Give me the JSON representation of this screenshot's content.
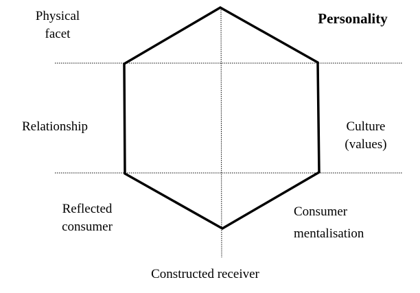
{
  "title": "Personality",
  "facets": {
    "physical": [
      "Physical",
      "facet"
    ],
    "relationship": "Relationship",
    "culture": [
      "Culture",
      "(values)"
    ],
    "reflected": [
      "Reflected",
      "consumer"
    ],
    "mentalisation": [
      "Consumer",
      "mentalisation"
    ]
  },
  "bottom_label": "Constructed receiver",
  "colors": {
    "stroke": "#000000",
    "background": "#ffffff"
  }
}
